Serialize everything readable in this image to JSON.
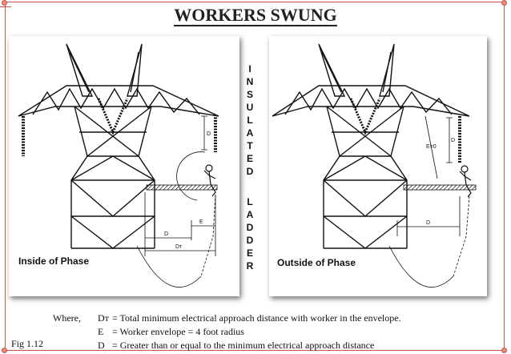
{
  "slide": {
    "title": "WORKERS SWUNG",
    "accent_color": "#c8584a"
  },
  "left_panel": {
    "caption": "Inside of Phase",
    "dim_labels": {
      "D_vertical": "D",
      "E": "E",
      "D": "D",
      "DT": "Dᴛ"
    }
  },
  "right_panel": {
    "caption": "Outside of Phase",
    "dim_labels": {
      "D_vertical": "D",
      "E_zero": "E=0",
      "D": "D"
    }
  },
  "ladder_text": [
    "I",
    "N",
    "S",
    "U",
    "L",
    "A",
    "T",
    "E",
    "D",
    "",
    "L",
    "A",
    "D",
    "D",
    "E",
    "R"
  ],
  "legend": {
    "where": "Where,",
    "dt_symbol": "Dᴛ",
    "dt_text": "= Total minimum electrical approach distance with worker in the envelope.",
    "e_symbol": "E",
    "e_text": "= Worker envelope = 4 foot radius",
    "d_symbol": "D",
    "d_text": "= Greater than  or equal to the minimum electrical approach distance"
  },
  "fig_label": "Fig 1.12"
}
